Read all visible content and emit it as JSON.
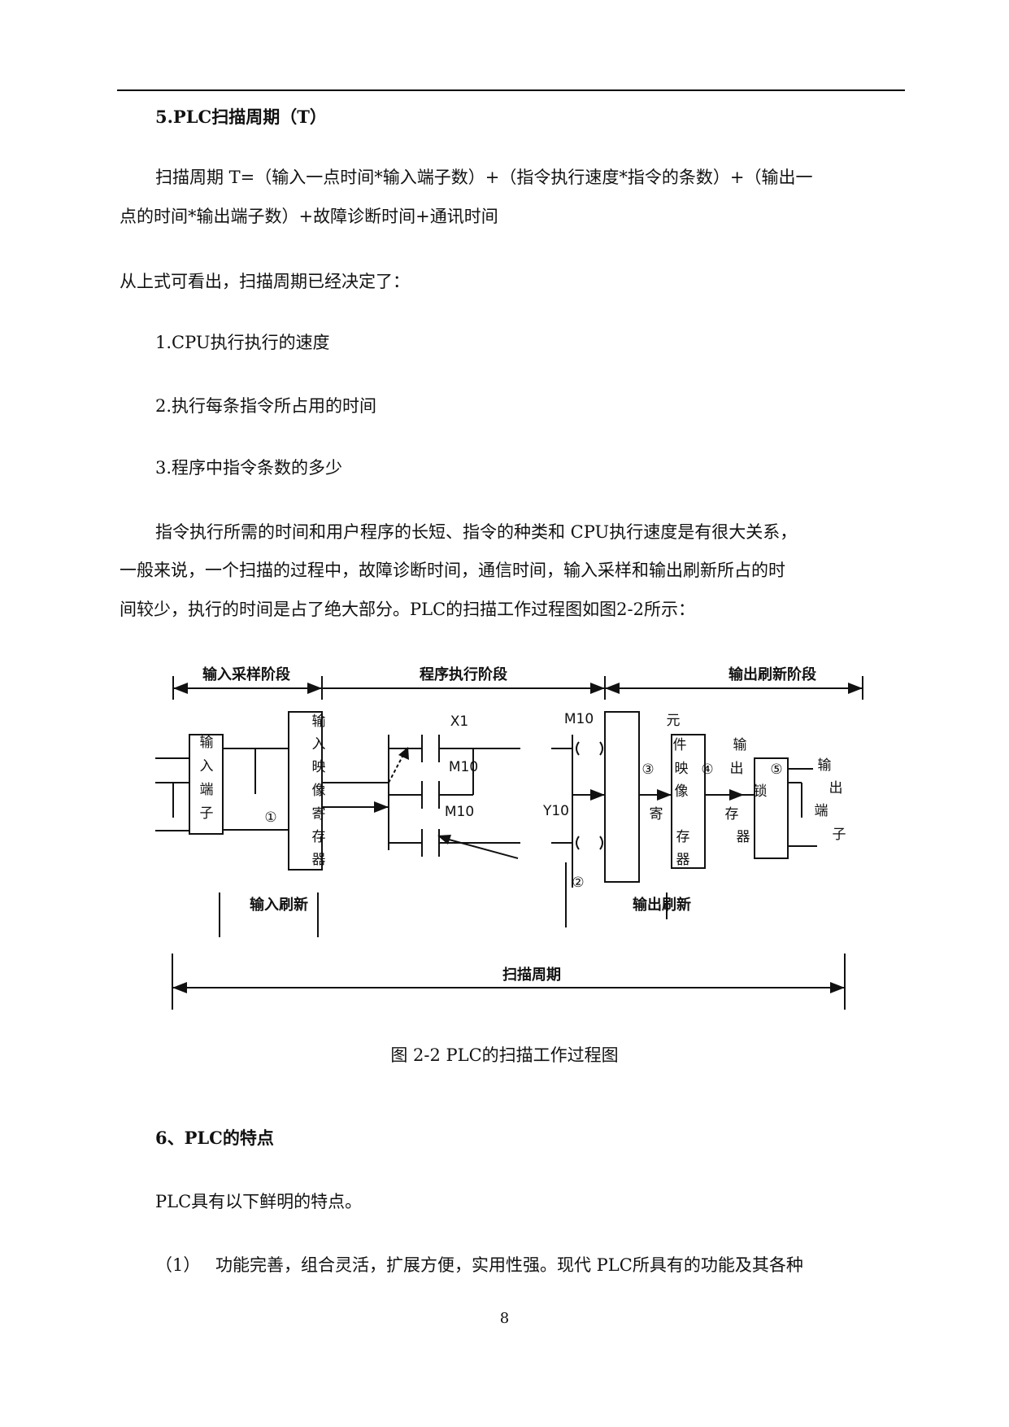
{
  "section5": {
    "heading": "5.PLC扫描周期（T）",
    "formula_line1": "扫描周期 T=（输入一点时间*输入端子数）+（指令执行速度*指令的条数）+（输出一",
    "formula_line2": "点的时间*输出端子数）+故障诊断时间+通讯时间",
    "lead": "从上式可看出，扫描周期已经决定了：",
    "items": [
      "1.CPU执行执行的速度",
      "2.执行每条指令所占用的时间",
      "3.程序中指令条数的多少"
    ],
    "para_line1": "指令执行所需的时间和用户程序的长短、指令的种类和 CPU执行速度是有很大关系，",
    "para_line2": "一般来说，一个扫描的过程中，故障诊断时间，通信时间，输入采样和输出刷新所占的时",
    "para_line3": "间较少，执行的时间是占了绝大部分。PLC的扫描工作过程图如图2-2所示："
  },
  "diagram": {
    "phase_input": "输入采样阶段",
    "phase_program": "程序执行阶段",
    "phase_output": "输出刷新阶段",
    "input_terminal": [
      "输",
      "入",
      "端",
      "子"
    ],
    "input_image_register": [
      "输",
      "入",
      "映",
      "像",
      "寄",
      "存",
      "器"
    ],
    "element_image_register": [
      "元",
      "件",
      "映",
      "像",
      "寄",
      "存",
      "器"
    ],
    "output_latch": [
      "输",
      "出",
      "锁",
      "存",
      "器"
    ],
    "output_terminal": [
      "输",
      "出",
      "端",
      "子"
    ],
    "contacts": [
      "X1",
      "M10",
      "M10"
    ],
    "coils": [
      "M10",
      "Y10"
    ],
    "markers": [
      "①",
      "②",
      "③",
      "④",
      "⑤"
    ],
    "input_refresh": "输入刷新",
    "output_refresh": "输出刷新",
    "scan_cycle": "扫描周期"
  },
  "caption": "图 2-2 PLC的扫描工作过程图",
  "section6": {
    "heading": "6、PLC的特点",
    "intro": "PLC具有以下鲜明的特点。",
    "item1_num": "（1）",
    "item1_text": "功能完善，组合灵活，扩展方便，实用性强。现代 PLC所具有的功能及其各种"
  },
  "page_number": "8"
}
